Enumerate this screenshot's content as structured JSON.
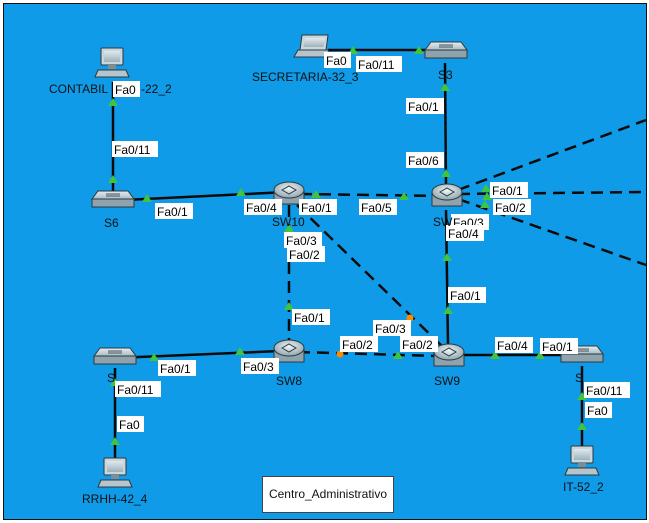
{
  "area_label": "Centro_Administrativo",
  "devices": {
    "s3": {
      "label": "S3",
      "type": "switch"
    },
    "s6": {
      "label": "S6",
      "type": "switch"
    },
    "sw10": {
      "label": "SW10",
      "type": "multilayer-switch"
    },
    "sw_right": {
      "label": "SW",
      "type": "multilayer-switch"
    },
    "sw8": {
      "label": "SW8",
      "type": "multilayer-switch"
    },
    "sw9": {
      "label": "SW9",
      "type": "multilayer-switch"
    },
    "s_left": {
      "label": "S",
      "type": "switch"
    },
    "s_right": {
      "label": "S",
      "type": "switch"
    },
    "contabil": {
      "label": "CONTABIL",
      "type": "pc"
    },
    "secretaria": {
      "label": "SECRETARIA-32_3",
      "type": "laptop"
    },
    "rrhh": {
      "label": "RRHH-42_4",
      "type": "pc"
    },
    "it": {
      "label": "IT-52_2",
      "type": "pc"
    }
  },
  "contabil_suffix": "-22_2",
  "ports": {
    "secretaria_fa0": "Fa0",
    "s3_fa0_11": "Fa0/11",
    "s3_fa0_1": "Fa0/1",
    "swr_fa0_6": "Fa0/6",
    "contabil_fa0": "Fa0",
    "s6_fa0_11": "Fa0/11",
    "s6_fa0_1": "Fa0/1",
    "sw10_fa0_4": "Fa0/4",
    "sw10_fa0_1": "Fa0/1",
    "swr_fa0_5": "Fa0/5",
    "swr_fa0_1": "Fa0/1",
    "swr_fa0_2": "Fa0/2",
    "swr_fa0_3": "Fa0/3",
    "swr_fa0_4": "Fa0/4",
    "sw10_fa0_3": "Fa0/3",
    "sw10_fa0_2": "Fa0/2",
    "sw8_fa0_1": "Fa0/1",
    "sw9_fa0_1": "Fa0/1",
    "sw9_fa0_3": "Fa0/3",
    "sw8_fa0_2": "Fa0/2",
    "sw9_fa0_2": "Fa0/2",
    "sl_fa0_1": "Fa0/1",
    "sw8_fa0_3": "Fa0/3",
    "sl_fa0_11": "Fa0/11",
    "rrhh_fa0": "Fa0",
    "sw9_fa0_4": "Fa0/4",
    "sr_fa0_1": "Fa0/1",
    "sr_fa0_11": "Fa0/11",
    "it_fa0": "Fa0"
  },
  "colors": {
    "background": "#0f9be7",
    "link": "#0a0a0a",
    "link_up": "#3ec43e",
    "link_warn": "#ff8a00",
    "label_bg": "#ffffff"
  }
}
